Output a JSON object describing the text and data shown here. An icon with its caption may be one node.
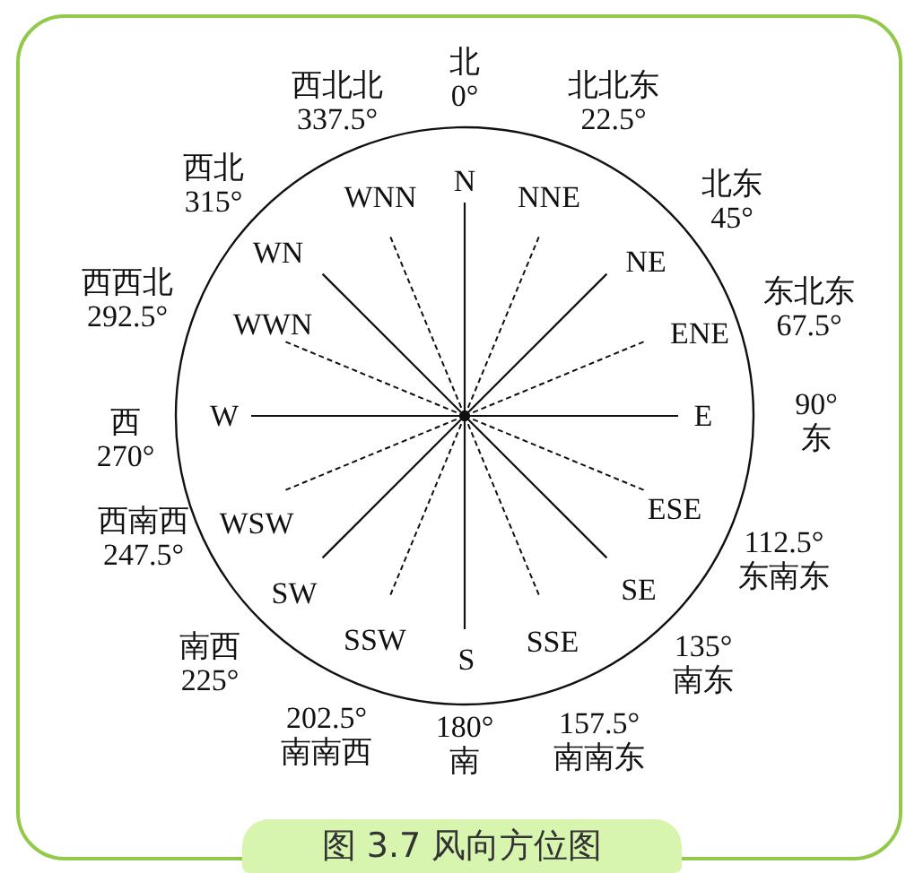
{
  "diagram": {
    "caption": "图 3.7 风向方位图",
    "labels": [
      "西北北 337.5°",
      "北 0°",
      "北北东 22.5°",
      "西北 315°",
      "北东 45°",
      "N",
      "WNN",
      "NNE",
      "西西北 292.5°",
      "东北东 67.5°",
      "WN",
      "NE",
      "WWN",
      "ENE",
      "W",
      "E",
      "西 270°",
      "90° 东",
      "ESE",
      "WSW",
      "西南西 247.5°",
      "112.5° 东南东",
      "SW",
      "SE",
      "南西 225°",
      "SSW",
      "S",
      "SSE",
      "135° 南东",
      "202.5° 南南西",
      "180° 南",
      "157.5° 南南东"
    ]
  }
}
